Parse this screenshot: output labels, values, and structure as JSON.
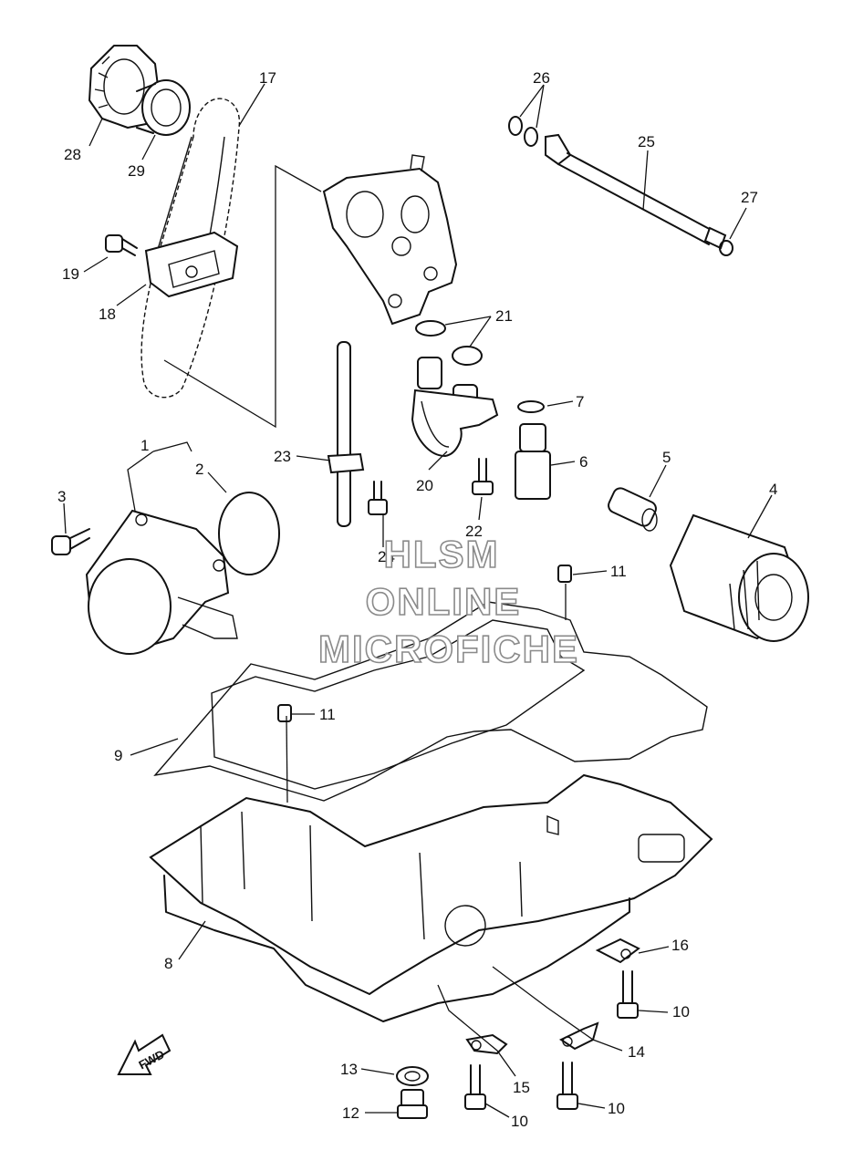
{
  "watermark": {
    "line1": "HLSM",
    "line2": "ONLINE",
    "line3": "MICROFICHE"
  },
  "direction_label": "FWD",
  "callouts": [
    {
      "id": "c1",
      "label": "1"
    },
    {
      "id": "c2",
      "label": "2"
    },
    {
      "id": "c3",
      "label": "3"
    },
    {
      "id": "c4",
      "label": "4"
    },
    {
      "id": "c5",
      "label": "5"
    },
    {
      "id": "c6",
      "label": "6"
    },
    {
      "id": "c7",
      "label": "7"
    },
    {
      "id": "c8",
      "label": "8"
    },
    {
      "id": "c9",
      "label": "9"
    },
    {
      "id": "c10a",
      "label": "10"
    },
    {
      "id": "c10b",
      "label": "10"
    },
    {
      "id": "c10c",
      "label": "10"
    },
    {
      "id": "c11a",
      "label": "11"
    },
    {
      "id": "c11b",
      "label": "11"
    },
    {
      "id": "c12",
      "label": "12"
    },
    {
      "id": "c13",
      "label": "13"
    },
    {
      "id": "c14",
      "label": "14"
    },
    {
      "id": "c15",
      "label": "15"
    },
    {
      "id": "c16",
      "label": "16"
    },
    {
      "id": "c17",
      "label": "17"
    },
    {
      "id": "c18",
      "label": "18"
    },
    {
      "id": "c19",
      "label": "19"
    },
    {
      "id": "c20",
      "label": "20"
    },
    {
      "id": "c21",
      "label": "21"
    },
    {
      "id": "c22",
      "label": "22"
    },
    {
      "id": "c23",
      "label": "23"
    },
    {
      "id": "c24",
      "label": "24"
    },
    {
      "id": "c25",
      "label": "25"
    },
    {
      "id": "c26",
      "label": "26"
    },
    {
      "id": "c27",
      "label": "27"
    },
    {
      "id": "c28",
      "label": "28"
    },
    {
      "id": "c29",
      "label": "29"
    }
  ]
}
